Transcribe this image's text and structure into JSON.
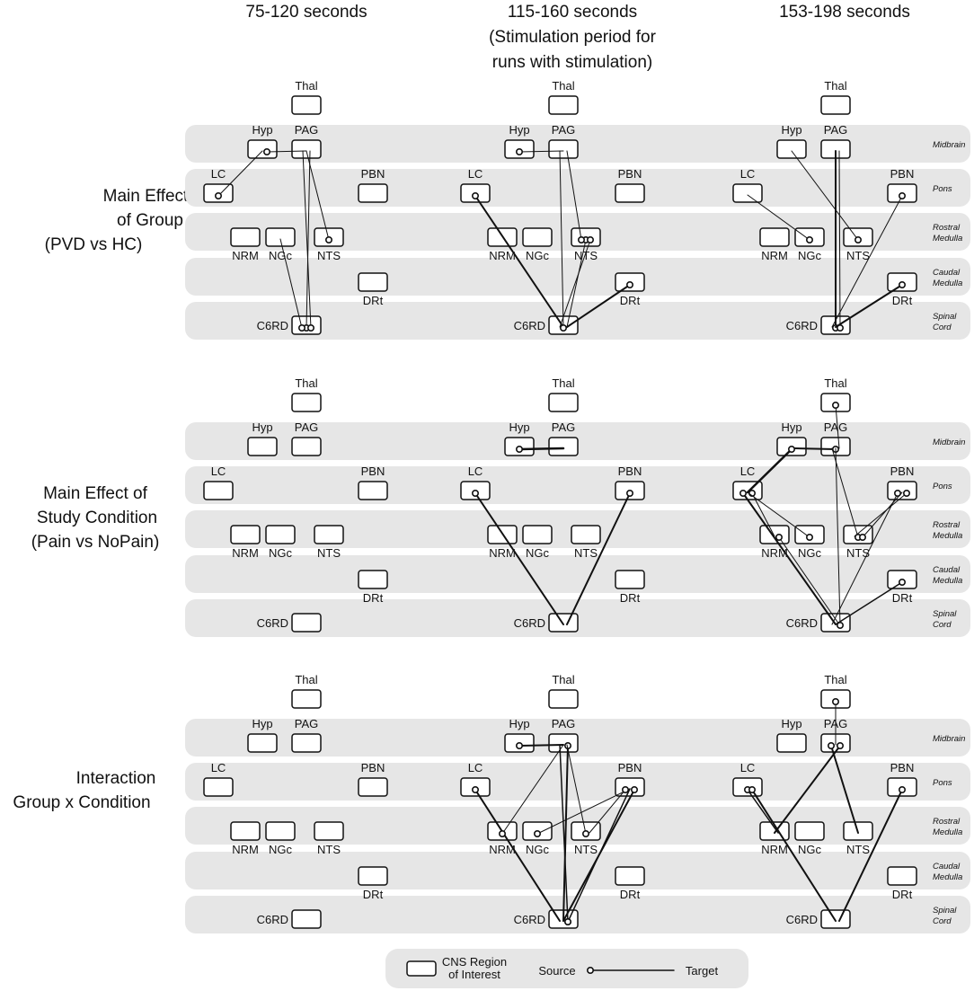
{
  "columns": [
    {
      "title_lines": [
        "75-120 seconds"
      ]
    },
    {
      "title_lines": [
        "115-160 seconds",
        "(Stimulation period for",
        "runs with stimulation)"
      ]
    },
    {
      "title_lines": [
        "153-198 seconds"
      ]
    }
  ],
  "rows": [
    {
      "title_lines": [
        "Main Effect",
        "of Group",
        "(PVD vs HC)"
      ]
    },
    {
      "title_lines": [
        "Main Effect of",
        "Study Condition",
        "(Pain vs NoPain)"
      ]
    },
    {
      "title_lines": [
        "Interaction",
        "Group x Condition"
      ]
    }
  ],
  "bands": [
    {
      "lines": [
        "Midbrain"
      ]
    },
    {
      "lines": [
        "Pons"
      ]
    },
    {
      "lines": [
        "Rostral",
        "Medulla"
      ]
    },
    {
      "lines": [
        "Caudal",
        "Medulla"
      ]
    },
    {
      "lines": [
        "Spinal",
        "Cord"
      ]
    }
  ],
  "regions": [
    "Thal",
    "Hyp",
    "PAG",
    "LC",
    "PBN",
    "NRM",
    "NGc",
    "NTS",
    "DRt",
    "C6RD"
  ],
  "connections": [
    [
      [
        {
          "source": "LC",
          "target": "Hyp",
          "weight": 1
        },
        {
          "source": "Hyp",
          "target": "PAG",
          "weight": 1
        },
        {
          "source": "C6RD",
          "target": "PAG",
          "weight": 1
        },
        {
          "source": "C6RD",
          "target": "PAG",
          "weight": 1
        },
        {
          "source": "NTS",
          "target": "PAG",
          "weight": 1
        },
        {
          "source": "C6RD",
          "target": "NGc",
          "weight": 1
        }
      ],
      [
        {
          "source": "Hyp",
          "target": "PAG",
          "weight": 1
        },
        {
          "source": "LC",
          "target": "C6RD",
          "weight": 2
        },
        {
          "source": "NTS",
          "target": "C6RD",
          "weight": 1
        },
        {
          "source": "NTS",
          "target": "C6RD",
          "weight": 1
        },
        {
          "source": "NTS",
          "target": "PAG",
          "weight": 1
        },
        {
          "source": "C6RD",
          "target": "PAG",
          "weight": 1
        },
        {
          "source": "DRt",
          "target": "C6RD",
          "weight": 2
        }
      ],
      [
        {
          "source": "C6RD",
          "target": "PAG",
          "weight": 2
        },
        {
          "source": "C6RD",
          "target": "PAG",
          "weight": 1
        },
        {
          "source": "NGc",
          "target": "LC",
          "weight": 1
        },
        {
          "source": "NTS",
          "target": "Hyp",
          "weight": 1
        },
        {
          "source": "PBN",
          "target": "C6RD",
          "weight": 1
        },
        {
          "source": "DRt",
          "target": "C6RD",
          "weight": 2
        }
      ]
    ],
    [
      [],
      [
        {
          "source": "Hyp",
          "target": "PAG",
          "weight": 2.5
        },
        {
          "source": "LC",
          "target": "C6RD",
          "weight": 2
        },
        {
          "source": "PBN",
          "target": "C6RD",
          "weight": 2
        }
      ],
      [
        {
          "source": "Hyp",
          "target": "LC",
          "weight": 2.5
        },
        {
          "source": "PAG",
          "target": "Hyp",
          "weight": 2
        },
        {
          "source": "Thal",
          "target": "PAG",
          "weight": 1
        },
        {
          "source": "LC",
          "target": "NRM",
          "weight": 1
        },
        {
          "source": "LC",
          "target": "C6RD",
          "weight": 2
        },
        {
          "source": "NRM",
          "target": "C6RD",
          "weight": 1
        },
        {
          "source": "NGc",
          "target": "LC",
          "weight": 1
        },
        {
          "source": "NTS",
          "target": "PAG",
          "weight": 1
        },
        {
          "source": "NTS",
          "target": "PBN",
          "weight": 1
        },
        {
          "source": "PBN",
          "target": "NTS",
          "weight": 1
        },
        {
          "source": "PBN",
          "target": "C6RD",
          "weight": 1
        },
        {
          "source": "DRt",
          "target": "C6RD",
          "weight": 1.5
        },
        {
          "source": "C6RD",
          "target": "PAG",
          "weight": 1
        }
      ]
    ],
    [
      [],
      [
        {
          "source": "Hyp",
          "target": "PAG",
          "weight": 2
        },
        {
          "source": "PAG",
          "target": "C6RD",
          "weight": 2
        },
        {
          "source": "C6RD",
          "target": "PAG",
          "weight": 1.5
        },
        {
          "source": "LC",
          "target": "C6RD",
          "weight": 2
        },
        {
          "source": "NRM",
          "target": "PAG",
          "weight": 1
        },
        {
          "source": "NGc",
          "target": "PBN",
          "weight": 1
        },
        {
          "source": "NTS",
          "target": "PAG",
          "weight": 1
        },
        {
          "source": "PBN",
          "target": "C6RD",
          "weight": 2
        },
        {
          "source": "PBN",
          "target": "NTS",
          "weight": 1
        },
        {
          "source": "C6RD",
          "target": "PBN",
          "weight": 1.5
        }
      ],
      [
        {
          "source": "Thal",
          "target": "PAG",
          "weight": 1
        },
        {
          "source": "PAG",
          "target": "NRM",
          "weight": 2
        },
        {
          "source": "PAG",
          "target": "NTS",
          "weight": 2
        },
        {
          "source": "LC",
          "target": "NRM",
          "weight": 1.5
        },
        {
          "source": "LC",
          "target": "C6RD",
          "weight": 2
        },
        {
          "source": "PBN",
          "target": "C6RD",
          "weight": 2
        }
      ]
    ]
  ],
  "legend": {
    "roi_lines": [
      "CNS Region",
      "of Interest"
    ],
    "source": "Source",
    "target": "Target"
  }
}
